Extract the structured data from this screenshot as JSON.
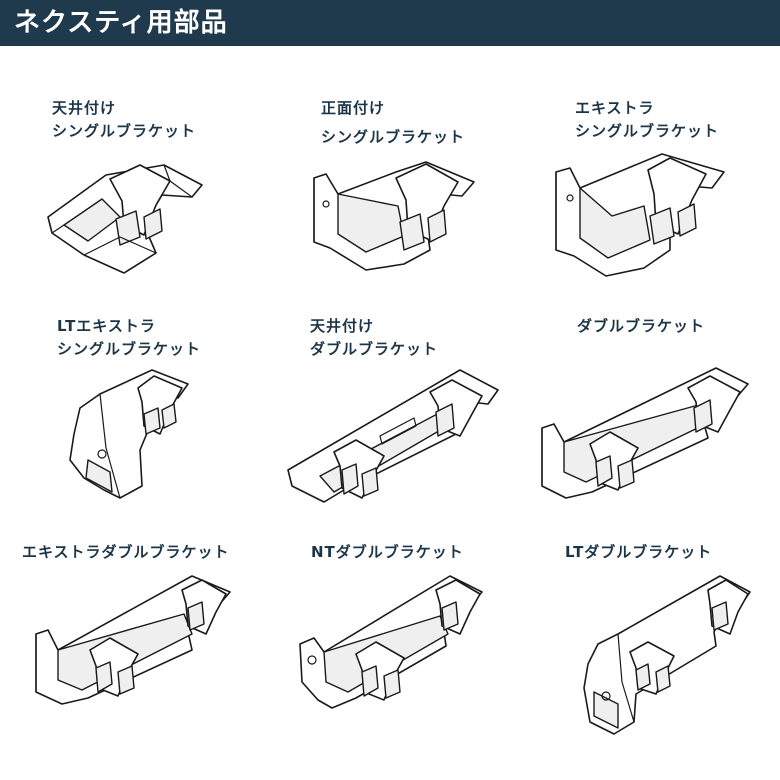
{
  "header": {
    "title": "ネクスティ用部品"
  },
  "products": [
    {
      "name_lines": [
        "天井付け",
        "シングルブラケット"
      ]
    },
    {
      "name_lines": [
        "正面付け",
        "シングルブラケット"
      ]
    },
    {
      "name_lines": [
        "エキストラ",
        "シングルブラケット"
      ]
    },
    {
      "name_lines": [
        "LTエキストラ",
        "シングルブラケット"
      ]
    },
    {
      "name_lines": [
        "天井付け",
        "ダブルブラケット"
      ]
    },
    {
      "name_lines": [
        "ダブルブラケット"
      ]
    },
    {
      "name_lines": [
        "エキストラダブルブラケット"
      ]
    },
    {
      "name_lines": [
        "NTダブルブラケット"
      ]
    },
    {
      "name_lines": [
        "LTダブルブラケット"
      ]
    }
  ]
}
